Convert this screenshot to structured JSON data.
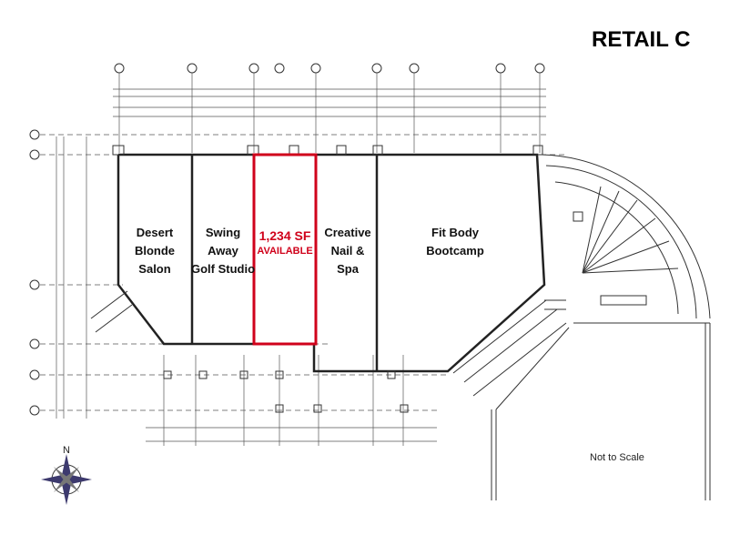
{
  "title": "RETAIL C",
  "scale_note": "Not to Scale",
  "north_label": "N",
  "suites": [
    {
      "line1": "Desert",
      "line2": "Blonde",
      "line3": "Salon"
    },
    {
      "line1": "Swing",
      "line2": "Away",
      "line3": "Golf Studio"
    },
    {
      "area": "1,234 SF",
      "status": "AVAILABLE"
    },
    {
      "line1": "Creative",
      "line2": "Nail &",
      "line3": "Spa"
    },
    {
      "line1": "Fit Body",
      "line2": "Bootcamp"
    }
  ],
  "colors": {
    "available_outline": "#d0021b",
    "wall": "#222222",
    "dims": "#555555"
  },
  "icons": [
    "compass-rose-icon",
    "grid-bubble-icon"
  ]
}
